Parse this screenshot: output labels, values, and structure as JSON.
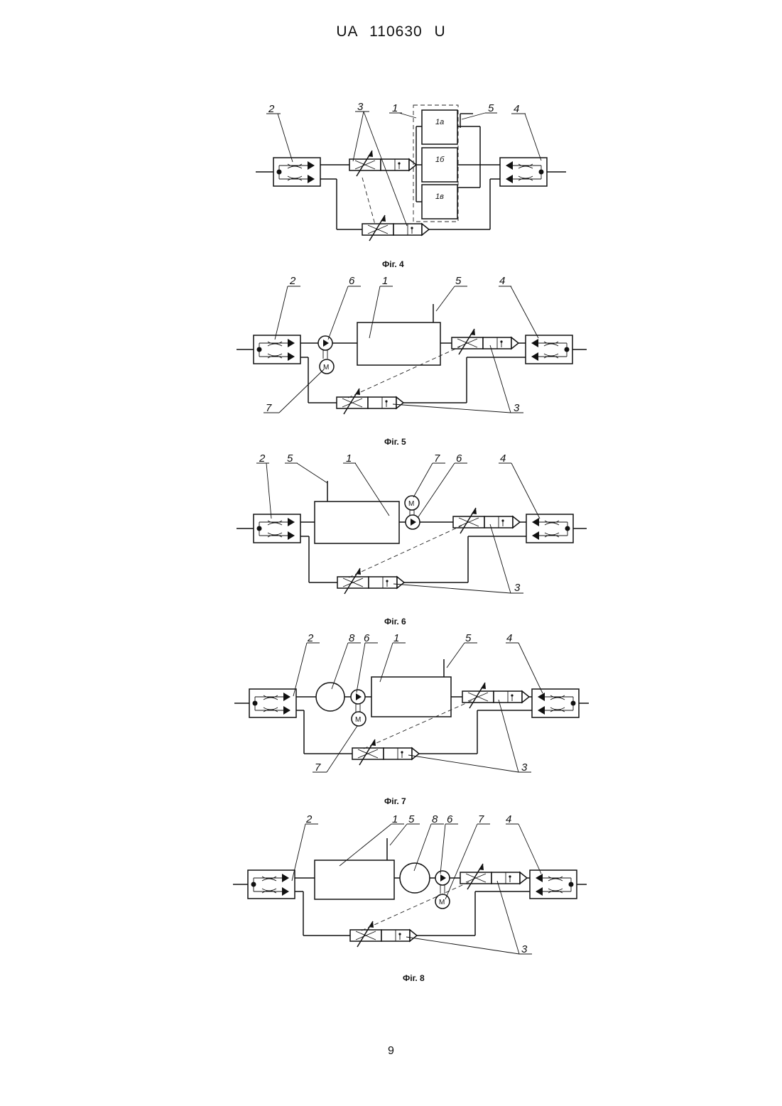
{
  "header": {
    "patent_number": "UA   110630   U"
  },
  "figures": [
    {
      "id": "fig4",
      "caption": "Фіг. 4",
      "labels": {
        "l2": "2",
        "l3": "3",
        "l1": "1",
        "l5": "5",
        "l4": "4"
      },
      "units": {
        "u1a": "1а",
        "u1b": "1б",
        "u1v": "1в"
      }
    },
    {
      "id": "fig5",
      "caption": "Фіг. 5",
      "labels": {
        "l2": "2",
        "l6": "6",
        "l1": "1",
        "l5": "5",
        "l4": "4",
        "l7": "7",
        "l3": "3"
      },
      "motor": "M"
    },
    {
      "id": "fig6",
      "caption": "Фіг. 6",
      "labels": {
        "l2": "2",
        "l5": "5",
        "l1": "1",
        "l7": "7",
        "l6": "6",
        "l4": "4",
        "l3": "3"
      },
      "motor": "M"
    },
    {
      "id": "fig7",
      "caption": "Фіг. 7",
      "labels": {
        "l2": "2",
        "l8": "8",
        "l6": "6",
        "l1": "1",
        "l5": "5",
        "l4": "4",
        "l7": "7",
        "l3": "3"
      },
      "motor": "M"
    },
    {
      "id": "fig8",
      "caption": "Фіг. 8",
      "labels": {
        "l2": "2",
        "l1": "1",
        "l5": "5",
        "l8": "8",
        "l6": "6",
        "l7": "7",
        "l4": "4",
        "l3": "3"
      },
      "motor": "M"
    }
  ],
  "page_number": "9"
}
